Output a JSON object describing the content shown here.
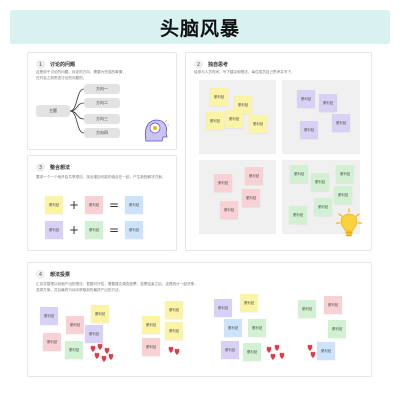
{
  "title": "头脑风暴",
  "colors": {
    "banner": "#d8f2f2",
    "yellow": "#fbf3a6",
    "purple": "#d9d1f5",
    "pink": "#f8d1d4",
    "green": "#d2f1d3",
    "blue": "#cde3fb",
    "heart": "#e53945",
    "bulb": "#f7b500"
  },
  "section1": {
    "number": "1",
    "title": "讨论的问题",
    "desc": [
      "这是用于讨论的问题、待定的方向、需要为完成的事情，",
      "在开会之前陈述讨论的问题的。"
    ],
    "root": "主题",
    "branches": [
      "方向一",
      "方向二",
      "方向三",
      "方向四"
    ]
  },
  "section2": {
    "number": "2",
    "title": "独自思考",
    "desc": "给参与人员时间，写下建议和想法，每位成员自己思考并写下。",
    "notes": [
      "便利贴",
      "便利贴",
      "便利贴",
      "便利贴",
      "便利贴",
      "便利贴",
      "便利贴",
      "便利贴",
      "便利贴",
      "便利贴",
      "便利贴",
      "便利贴",
      "便利贴",
      "便利贴",
      "便利贴",
      "便利贴",
      "便利贴",
      "便利贴",
      "便利贴"
    ]
  },
  "section3": {
    "number": "3",
    "title": "整合想法",
    "desc": "要求一个一个地开启共享想法，找出增加可能的组合在一起，产生新的解决方案。",
    "row1": [
      "便利贴",
      "便利贴",
      "便利贴"
    ],
    "row2": [
      "便利贴",
      "便利贴",
      "便利贴"
    ],
    "plus": "+",
    "equals": "="
  },
  "section4": {
    "number": "4",
    "title": "想法投票",
    "desc": [
      "汇总并整理从前面产出的想法，根据可行性，需要建议调查投票，投票结束之后，这是统计一起决策，",
      "选择方案，并且最终行动中获取到的最终产出的方法。"
    ],
    "notes": [
      "便利贴",
      "便利贴",
      "便利贴",
      "便利贴",
      "便利贴",
      "便利贴",
      "便利贴",
      "便利贴",
      "便利贴",
      "便利贴",
      "便利贴",
      "便利贴",
      "便利贴",
      "便利贴",
      "便利贴",
      "便利贴",
      "便利贴",
      "便利贴",
      "便利贴",
      "便利贴"
    ]
  }
}
